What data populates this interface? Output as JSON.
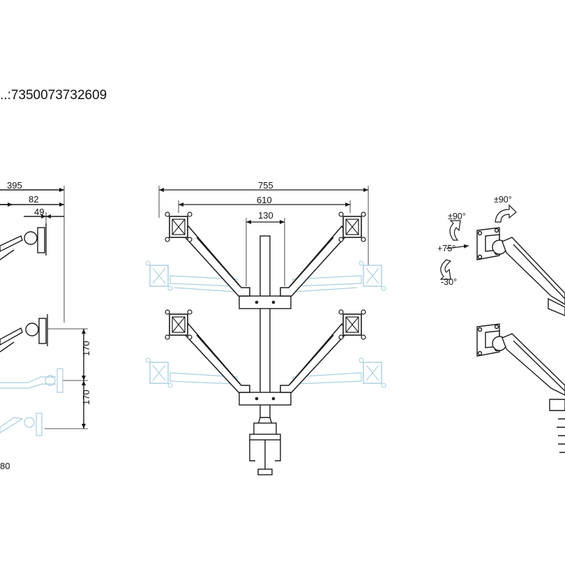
{
  "product_code": "..:7350073732609",
  "side_view_dims": {
    "width_395": "395",
    "reach_82": "82",
    "offset_49": "49",
    "height_170_upper": "170",
    "height_170_lower": "170",
    "partial_bottom": "80"
  },
  "front_view_dims": {
    "span_755": "755",
    "span_610": "610",
    "pole_130": "130"
  },
  "rotation_labels": {
    "tilt_top": "±90°",
    "swivel_left": "±90°",
    "tilt_up": "+75°",
    "tilt_down": "-30°"
  },
  "colors": {
    "line": "#1a1a1a",
    "ghost": "#a9cde0"
  }
}
